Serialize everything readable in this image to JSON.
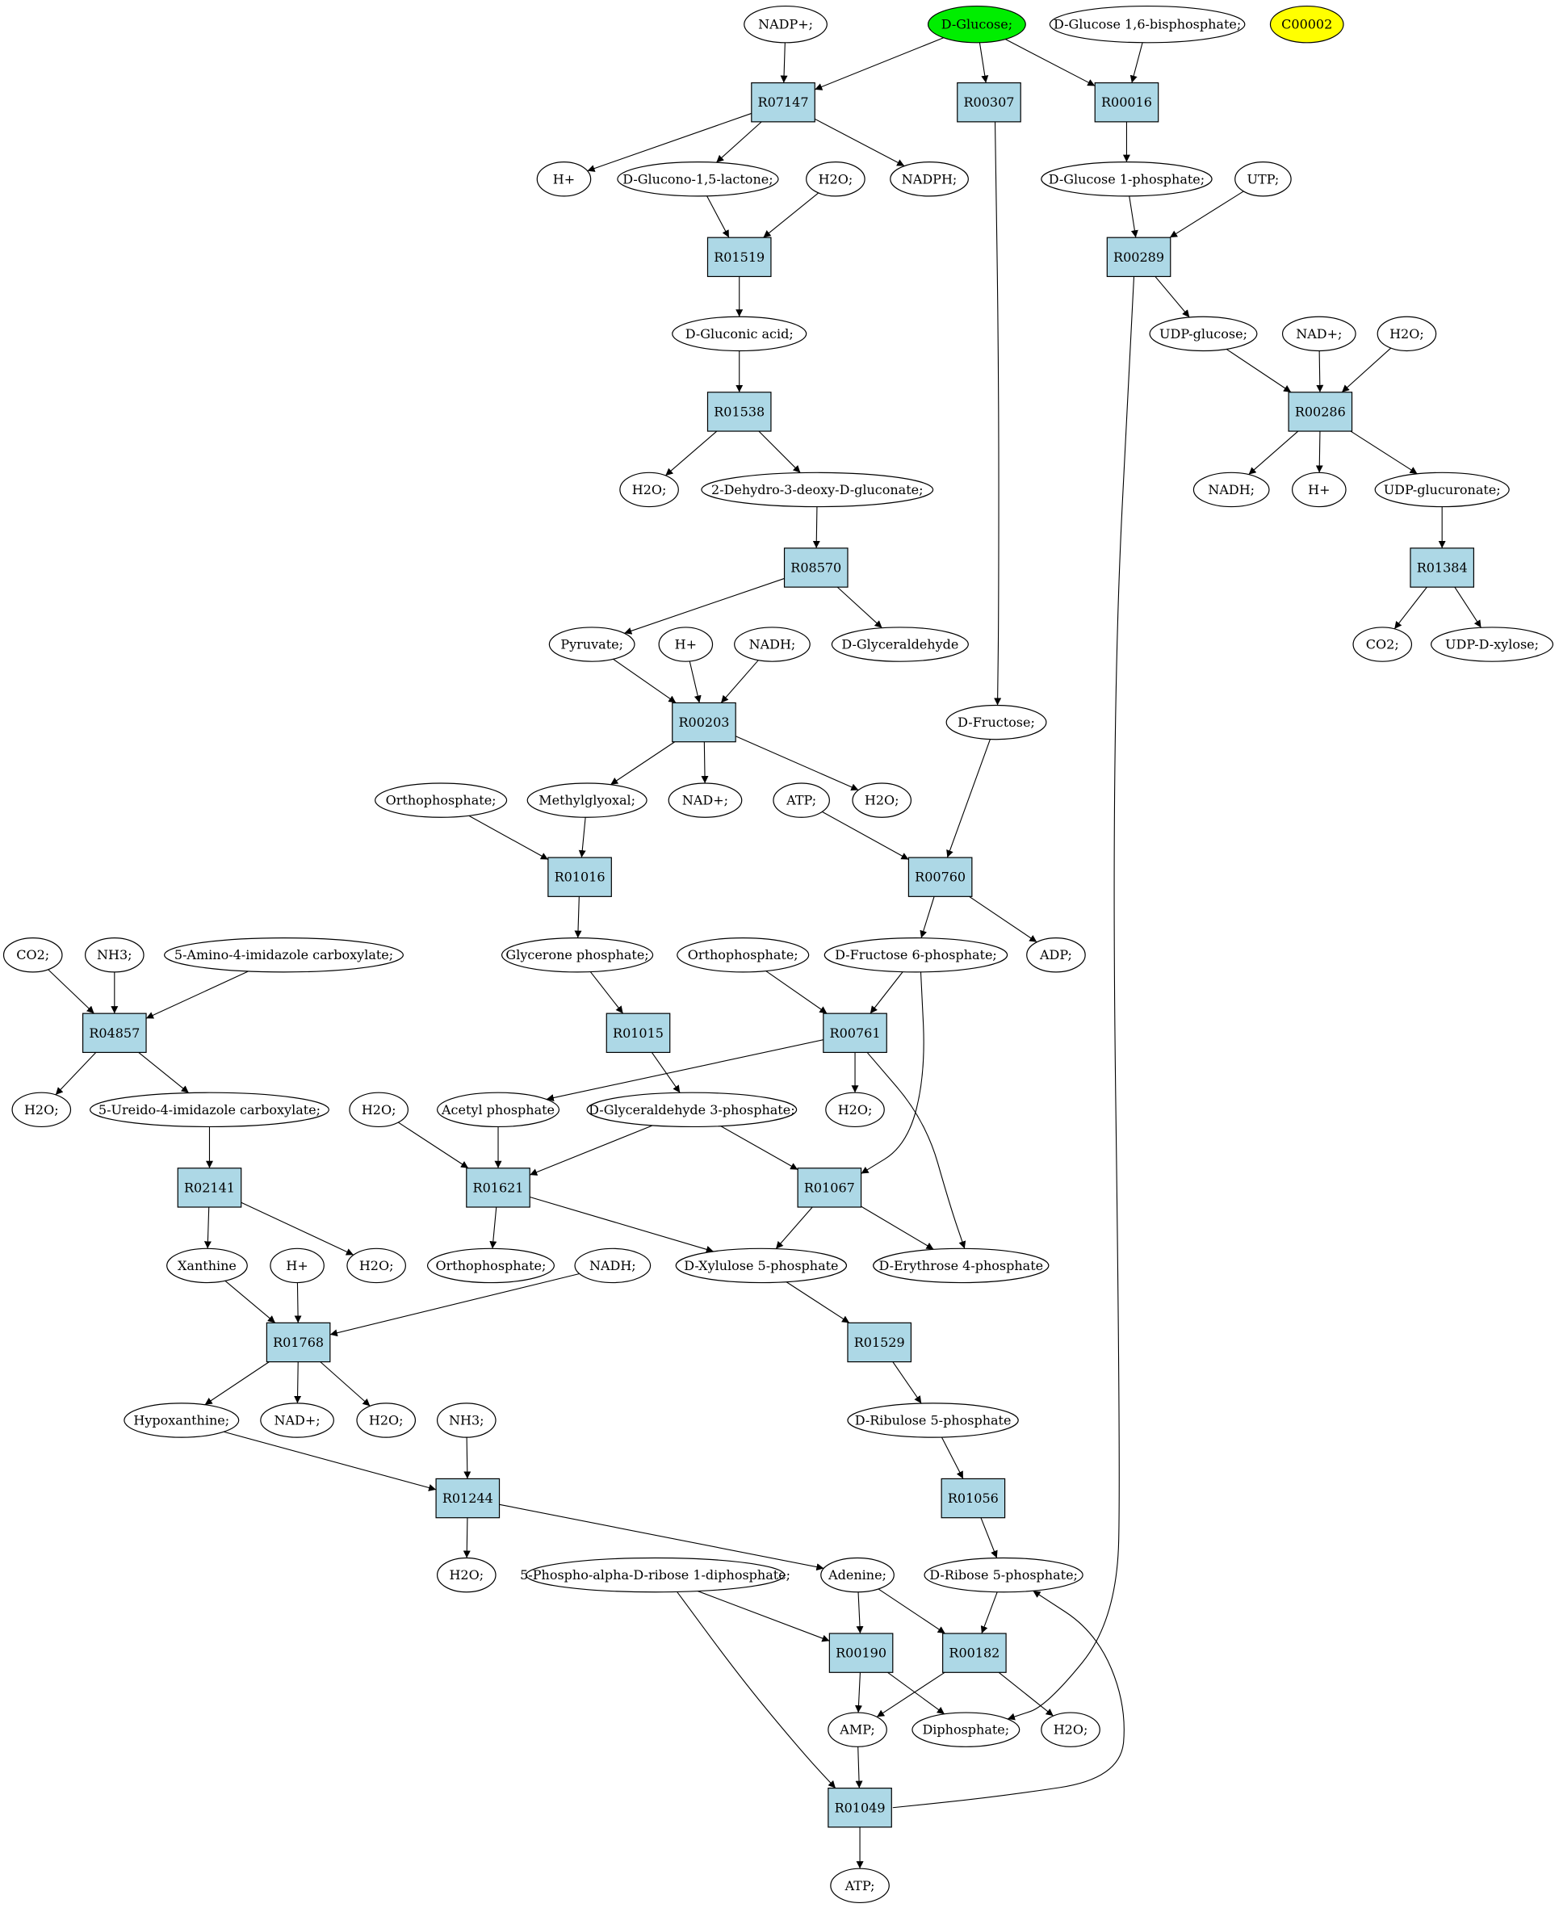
{
  "colors": {
    "reaction_fill": "#add8e6",
    "compound_fill": "#ffffff",
    "highlight_start": "#00ee00",
    "highlight_target": "#ffff00",
    "edge": "#000000"
  },
  "nodes": [
    {
      "id": "nadp",
      "label": "NADP+;",
      "kind": "compound"
    },
    {
      "id": "dglucose",
      "label": "D-Glucose;",
      "kind": "compound",
      "highlight": "start"
    },
    {
      "id": "dg16bp",
      "label": "D-Glucose 1,6-bisphosphate;",
      "kind": "compound"
    },
    {
      "id": "c00002",
      "label": "C00002",
      "kind": "compound",
      "highlight": "target"
    },
    {
      "id": "R07147",
      "label": "R07147",
      "kind": "reaction"
    },
    {
      "id": "R00307",
      "label": "R00307",
      "kind": "reaction"
    },
    {
      "id": "R00016",
      "label": "R00016",
      "kind": "reaction"
    },
    {
      "id": "hplus1",
      "label": "H+",
      "kind": "compound"
    },
    {
      "id": "glucono",
      "label": "D-Glucono-1,5-lactone;",
      "kind": "compound"
    },
    {
      "id": "h2o1",
      "label": "H2O;",
      "kind": "compound"
    },
    {
      "id": "nadph",
      "label": "NADPH;",
      "kind": "compound"
    },
    {
      "id": "dg1p",
      "label": "D-Glucose 1-phosphate;",
      "kind": "compound"
    },
    {
      "id": "utp",
      "label": "UTP;",
      "kind": "compound"
    },
    {
      "id": "R01519",
      "label": "R01519",
      "kind": "reaction"
    },
    {
      "id": "R00289",
      "label": "R00289",
      "kind": "reaction"
    },
    {
      "id": "gluconic",
      "label": "D-Gluconic acid;",
      "kind": "compound"
    },
    {
      "id": "udpglucose",
      "label": "UDP-glucose;",
      "kind": "compound"
    },
    {
      "id": "nad1",
      "label": "NAD+;",
      "kind": "compound"
    },
    {
      "id": "h2o2",
      "label": "H2O;",
      "kind": "compound"
    },
    {
      "id": "R01538",
      "label": "R01538",
      "kind": "reaction"
    },
    {
      "id": "R00286",
      "label": "R00286",
      "kind": "reaction"
    },
    {
      "id": "h2o3",
      "label": "H2O;",
      "kind": "compound"
    },
    {
      "id": "kdg",
      "label": "2-Dehydro-3-deoxy-D-gluconate;",
      "kind": "compound"
    },
    {
      "id": "nadh1",
      "label": "NADH;",
      "kind": "compound"
    },
    {
      "id": "hplus2",
      "label": "H+",
      "kind": "compound"
    },
    {
      "id": "udpglucuronate",
      "label": "UDP-glucuronate;",
      "kind": "compound"
    },
    {
      "id": "R08570",
      "label": "R08570",
      "kind": "reaction"
    },
    {
      "id": "R01384",
      "label": "R01384",
      "kind": "reaction"
    },
    {
      "id": "pyruvate",
      "label": "Pyruvate;",
      "kind": "compound"
    },
    {
      "id": "hplus3",
      "label": "H+",
      "kind": "compound"
    },
    {
      "id": "nadh2",
      "label": "NADH;",
      "kind": "compound"
    },
    {
      "id": "dglyceraldehyde",
      "label": "D-Glyceraldehyde",
      "kind": "compound"
    },
    {
      "id": "co2a",
      "label": "CO2;",
      "kind": "compound"
    },
    {
      "id": "udpxylose",
      "label": "UDP-D-xylose;",
      "kind": "compound"
    },
    {
      "id": "R00203",
      "label": "R00203",
      "kind": "reaction"
    },
    {
      "id": "dfructose",
      "label": "D-Fructose;",
      "kind": "compound"
    },
    {
      "id": "ortho1",
      "label": "Orthophosphate;",
      "kind": "compound"
    },
    {
      "id": "methylglyoxal",
      "label": "Methylglyoxal;",
      "kind": "compound"
    },
    {
      "id": "nad2",
      "label": "NAD+;",
      "kind": "compound"
    },
    {
      "id": "atp1",
      "label": "ATP;",
      "kind": "compound"
    },
    {
      "id": "h2o4",
      "label": "H2O;",
      "kind": "compound"
    },
    {
      "id": "R01016",
      "label": "R01016",
      "kind": "reaction"
    },
    {
      "id": "R00760",
      "label": "R00760",
      "kind": "reaction"
    },
    {
      "id": "co2b",
      "label": "CO2;",
      "kind": "compound"
    },
    {
      "id": "nh3a",
      "label": "NH3;",
      "kind": "compound"
    },
    {
      "id": "aica",
      "label": "5-Amino-4-imidazole carboxylate;",
      "kind": "compound"
    },
    {
      "id": "glyceronep",
      "label": "Glycerone phosphate;",
      "kind": "compound"
    },
    {
      "id": "ortho2",
      "label": "Orthophosphate;",
      "kind": "compound"
    },
    {
      "id": "df6p",
      "label": "D-Fructose 6-phosphate;",
      "kind": "compound"
    },
    {
      "id": "adp",
      "label": "ADP;",
      "kind": "compound"
    },
    {
      "id": "R04857",
      "label": "R04857",
      "kind": "reaction"
    },
    {
      "id": "R01015",
      "label": "R01015",
      "kind": "reaction"
    },
    {
      "id": "R00761",
      "label": "R00761",
      "kind": "reaction"
    },
    {
      "id": "h2o5",
      "label": "H2O;",
      "kind": "compound"
    },
    {
      "id": "ureido",
      "label": "5-Ureido-4-imidazole carboxylate;",
      "kind": "compound"
    },
    {
      "id": "h2o6",
      "label": "H2O;",
      "kind": "compound"
    },
    {
      "id": "acetylp",
      "label": "Acetyl phosphate",
      "kind": "compound"
    },
    {
      "id": "dga3p",
      "label": "D-Glyceraldehyde 3-phosphate;",
      "kind": "compound"
    },
    {
      "id": "h2o7",
      "label": "H2O;",
      "kind": "compound"
    },
    {
      "id": "R02141",
      "label": "R02141",
      "kind": "reaction"
    },
    {
      "id": "R01621",
      "label": "R01621",
      "kind": "reaction"
    },
    {
      "id": "R01067",
      "label": "R01067",
      "kind": "reaction"
    },
    {
      "id": "xanthine",
      "label": "Xanthine",
      "kind": "compound"
    },
    {
      "id": "hplus4",
      "label": "H+",
      "kind": "compound"
    },
    {
      "id": "h2o8",
      "label": "H2O;",
      "kind": "compound"
    },
    {
      "id": "ortho3",
      "label": "Orthophosphate;",
      "kind": "compound"
    },
    {
      "id": "nadh3",
      "label": "NADH;",
      "kind": "compound"
    },
    {
      "id": "dx5p",
      "label": "D-Xylulose 5-phosphate",
      "kind": "compound"
    },
    {
      "id": "de4p",
      "label": "D-Erythrose 4-phosphate",
      "kind": "compound"
    },
    {
      "id": "R01768",
      "label": "R01768",
      "kind": "reaction"
    },
    {
      "id": "R01529",
      "label": "R01529",
      "kind": "reaction"
    },
    {
      "id": "hypoxanthine",
      "label": "Hypoxanthine;",
      "kind": "compound"
    },
    {
      "id": "nad3",
      "label": "NAD+;",
      "kind": "compound"
    },
    {
      "id": "h2o9",
      "label": "H2O;",
      "kind": "compound"
    },
    {
      "id": "nh3b",
      "label": "NH3;",
      "kind": "compound"
    },
    {
      "id": "dru5p",
      "label": "D-Ribulose 5-phosphate",
      "kind": "compound"
    },
    {
      "id": "R01244",
      "label": "R01244",
      "kind": "reaction"
    },
    {
      "id": "R01056",
      "label": "R01056",
      "kind": "reaction"
    },
    {
      "id": "h2o10",
      "label": "H2O;",
      "kind": "compound"
    },
    {
      "id": "prpp",
      "label": "5-Phospho-alpha-D-ribose 1-diphosphate;",
      "kind": "compound"
    },
    {
      "id": "adenine",
      "label": "Adenine;",
      "kind": "compound"
    },
    {
      "id": "dr5p",
      "label": "D-Ribose 5-phosphate;",
      "kind": "compound"
    },
    {
      "id": "R00190",
      "label": "R00190",
      "kind": "reaction"
    },
    {
      "id": "R00182",
      "label": "R00182",
      "kind": "reaction"
    },
    {
      "id": "amp",
      "label": "AMP;",
      "kind": "compound"
    },
    {
      "id": "diphosphate",
      "label": "Diphosphate;",
      "kind": "compound"
    },
    {
      "id": "h2o11",
      "label": "H2O;",
      "kind": "compound"
    },
    {
      "id": "R01049",
      "label": "R01049",
      "kind": "reaction"
    },
    {
      "id": "atp2",
      "label": "ATP;",
      "kind": "compound"
    }
  ],
  "edges": [
    [
      "nadp",
      "R07147"
    ],
    [
      "dglucose",
      "R07147"
    ],
    [
      "dglucose",
      "R00307"
    ],
    [
      "dglucose",
      "R00016"
    ],
    [
      "dg16bp",
      "R00016"
    ],
    [
      "R07147",
      "hplus1"
    ],
    [
      "R07147",
      "glucono"
    ],
    [
      "R07147",
      "nadph"
    ],
    [
      "glucono",
      "R01519"
    ],
    [
      "h2o1",
      "R01519"
    ],
    [
      "R01519",
      "gluconic"
    ],
    [
      "gluconic",
      "R01538"
    ],
    [
      "R01538",
      "h2o3"
    ],
    [
      "R01538",
      "kdg"
    ],
    [
      "kdg",
      "R08570"
    ],
    [
      "R08570",
      "pyruvate"
    ],
    [
      "R08570",
      "dglyceraldehyde"
    ],
    [
      "pyruvate",
      "R00203"
    ],
    [
      "hplus3",
      "R00203"
    ],
    [
      "nadh2",
      "R00203"
    ],
    [
      "R00203",
      "methylglyoxal"
    ],
    [
      "R00203",
      "nad2"
    ],
    [
      "R00203",
      "h2o4"
    ],
    [
      "ortho1",
      "R01016"
    ],
    [
      "methylglyoxal",
      "R01016"
    ],
    [
      "R01016",
      "glyceronep"
    ],
    [
      "glyceronep",
      "R01015"
    ],
    [
      "R01015",
      "dga3p"
    ],
    [
      "R00016",
      "dg1p"
    ],
    [
      "dg1p",
      "R00289"
    ],
    [
      "utp",
      "R00289"
    ],
    [
      "R00289",
      "udpglucose"
    ],
    [
      "R00289",
      "diphosphate"
    ],
    [
      "udpglucose",
      "R00286"
    ],
    [
      "nad1",
      "R00286"
    ],
    [
      "h2o2",
      "R00286"
    ],
    [
      "R00286",
      "nadh1"
    ],
    [
      "R00286",
      "hplus2"
    ],
    [
      "R00286",
      "udpglucuronate"
    ],
    [
      "udpglucuronate",
      "R01384"
    ],
    [
      "R01384",
      "co2a"
    ],
    [
      "R01384",
      "udpxylose"
    ],
    [
      "R00307",
      "dfructose"
    ],
    [
      "dfructose",
      "R00760"
    ],
    [
      "atp1",
      "R00760"
    ],
    [
      "R00760",
      "df6p"
    ],
    [
      "R00760",
      "adp"
    ],
    [
      "ortho2",
      "R00761"
    ],
    [
      "df6p",
      "R00761"
    ],
    [
      "R00761",
      "acetylp"
    ],
    [
      "R00761",
      "h2o7"
    ],
    [
      "R00761",
      "de4p"
    ],
    [
      "df6p",
      "R01067"
    ],
    [
      "dga3p",
      "R01067"
    ],
    [
      "R01067",
      "dx5p"
    ],
    [
      "R01067",
      "de4p"
    ],
    [
      "h2o6",
      "R01621"
    ],
    [
      "acetylp",
      "R01621"
    ],
    [
      "dga3p",
      "R01621"
    ],
    [
      "R01621",
      "ortho3"
    ],
    [
      "R01621",
      "dx5p"
    ],
    [
      "co2b",
      "R04857"
    ],
    [
      "nh3a",
      "R04857"
    ],
    [
      "aica",
      "R04857"
    ],
    [
      "R04857",
      "h2o5"
    ],
    [
      "R04857",
      "ureido"
    ],
    [
      "ureido",
      "R02141"
    ],
    [
      "R02141",
      "xanthine"
    ],
    [
      "R02141",
      "h2o8"
    ],
    [
      "xanthine",
      "R01768"
    ],
    [
      "hplus4",
      "R01768"
    ],
    [
      "nadh3",
      "R01768"
    ],
    [
      "R01768",
      "hypoxanthine"
    ],
    [
      "R01768",
      "nad3"
    ],
    [
      "R01768",
      "h2o9"
    ],
    [
      "hypoxanthine",
      "R01244"
    ],
    [
      "nh3b",
      "R01244"
    ],
    [
      "R01244",
      "h2o10"
    ],
    [
      "R01244",
      "adenine"
    ],
    [
      "dx5p",
      "R01529"
    ],
    [
      "R01529",
      "dru5p"
    ],
    [
      "dru5p",
      "R01056"
    ],
    [
      "R01056",
      "dr5p"
    ],
    [
      "prpp",
      "R00190"
    ],
    [
      "adenine",
      "R00190"
    ],
    [
      "R00190",
      "amp"
    ],
    [
      "R00190",
      "diphosphate"
    ],
    [
      "adenine",
      "R00182"
    ],
    [
      "dr5p",
      "R00182"
    ],
    [
      "R00182",
      "amp"
    ],
    [
      "R00182",
      "h2o11"
    ],
    [
      "amp",
      "R01049"
    ],
    [
      "prpp",
      "R01049"
    ],
    [
      "R01049",
      "dr5p"
    ],
    [
      "R01049",
      "atp2"
    ]
  ]
}
